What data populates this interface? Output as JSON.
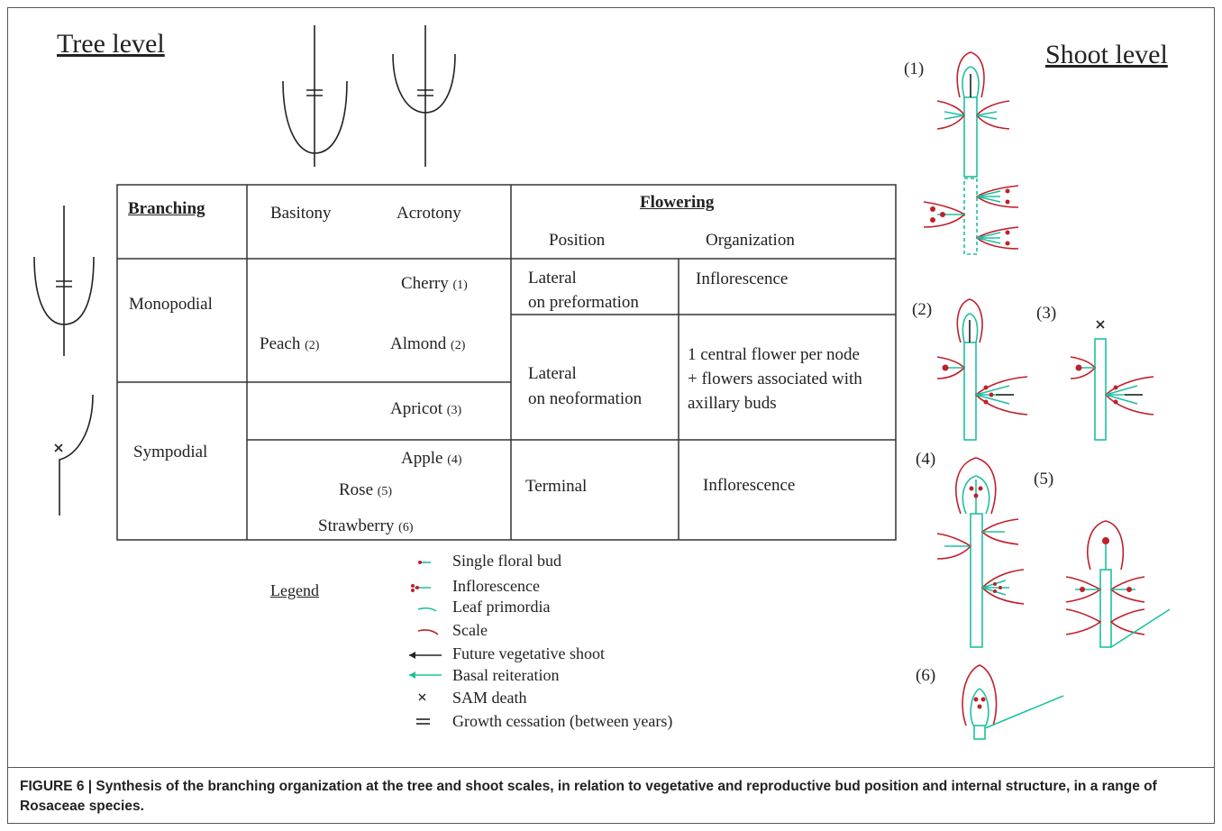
{
  "titles": {
    "tree_level": "Tree level",
    "shoot_level": "Shoot level"
  },
  "table": {
    "branching_header": "Branching",
    "basitony": "Basitony",
    "acrotony": "Acrotony",
    "flowering_header": "Flowering",
    "position_header": "Position",
    "organization_header": "Organization",
    "monopodial": "Monopodial",
    "sympodial": "Sympodial",
    "species": [
      {
        "name": "Cherry",
        "num": "(1)"
      },
      {
        "name": "Peach",
        "num": "(2)"
      },
      {
        "name": "Almond",
        "num": "(2)"
      },
      {
        "name": "Apricot",
        "num": "(3)"
      },
      {
        "name": "Apple",
        "num": "(4)"
      },
      {
        "name": "Rose",
        "num": "(5)"
      },
      {
        "name": "Strawberry",
        "num": "(6)"
      }
    ],
    "position_1_line1": "Lateral",
    "position_1_line2": "on preformation",
    "position_2_line1": "Lateral",
    "position_2_line2": "on neoformation",
    "position_3": "Terminal",
    "organization_1": "Inflorescence",
    "organization_2_line1": "1 central flower per node",
    "organization_2_line2": "+ flowers associated with",
    "organization_2_line3": "axillary buds",
    "organization_3": "Inflorescence"
  },
  "legend": {
    "title": "Legend",
    "items": [
      {
        "label": "Single floral bud",
        "icon": "single-floral-bud-icon"
      },
      {
        "label": "Inflorescence",
        "icon": "inflorescence-icon"
      },
      {
        "label": "Leaf primordia",
        "icon": "leaf-primordia-icon"
      },
      {
        "label": "Scale",
        "icon": "scale-icon"
      },
      {
        "label": "Future vegetative shoot",
        "icon": "black-arrow-icon"
      },
      {
        "label": "Basal reiteration",
        "icon": "green-arrow-icon"
      },
      {
        "label": "SAM death",
        "icon": "cross-icon"
      },
      {
        "label": "Growth cessation (between years)",
        "icon": "double-bar-icon"
      }
    ]
  },
  "shoot_labels": [
    "(1)",
    "(2)",
    "(3)",
    "(4)",
    "(5)",
    "(6)"
  ],
  "colors": {
    "teal": "#1ec0a0",
    "red": "#c0202a",
    "line": "#333333"
  },
  "caption": "FIGURE 6 | Synthesis of the branching organization at the tree and shoot scales, in relation to vegetative and reproductive bud position and internal structure, in a range of Rosaceae species."
}
